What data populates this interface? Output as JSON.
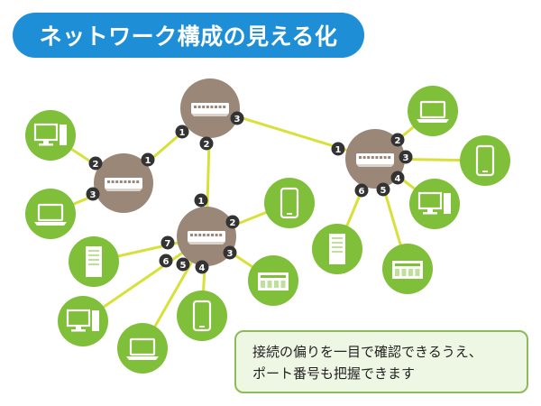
{
  "title": "ネットワーク構成の見える化",
  "note": {
    "line1": "接続の偏りを一目で確認できるうえ、",
    "line2": "ポート番号も把握できます"
  },
  "colors": {
    "title_bg": "#1e8fd6",
    "switch_node": "#9b8778",
    "device_node": "#7fbf3a",
    "link": "#d8e03a",
    "port_badge": "#333333"
  },
  "switches": [
    {
      "id": "core",
      "ports": [
        "1",
        "2",
        "3"
      ]
    },
    {
      "id": "left",
      "ports": [
        "1",
        "2",
        "3"
      ]
    },
    {
      "id": "center",
      "ports": [
        "1",
        "2",
        "3",
        "4",
        "5",
        "6",
        "7"
      ]
    },
    {
      "id": "right",
      "ports": [
        "1",
        "2",
        "3",
        "4",
        "5",
        "6"
      ]
    }
  ],
  "devices": [
    {
      "id": "left-pc",
      "icon": "desktop-pc-icon"
    },
    {
      "id": "left-laptop",
      "icon": "laptop-icon"
    },
    {
      "id": "center-tablet",
      "icon": "tablet-icon"
    },
    {
      "id": "center-nas",
      "icon": "nas-icon"
    },
    {
      "id": "center-phone",
      "icon": "smartphone-icon"
    },
    {
      "id": "center-laptop",
      "icon": "laptop-icon"
    },
    {
      "id": "center-pc",
      "icon": "desktop-pc-icon"
    },
    {
      "id": "center-server",
      "icon": "tower-server-icon"
    },
    {
      "id": "right-laptop",
      "icon": "laptop-icon"
    },
    {
      "id": "right-phone",
      "icon": "smartphone-icon"
    },
    {
      "id": "right-pc",
      "icon": "desktop-pc-icon"
    },
    {
      "id": "right-nas",
      "icon": "nas-icon"
    },
    {
      "id": "right-server",
      "icon": "tower-server-icon"
    }
  ]
}
